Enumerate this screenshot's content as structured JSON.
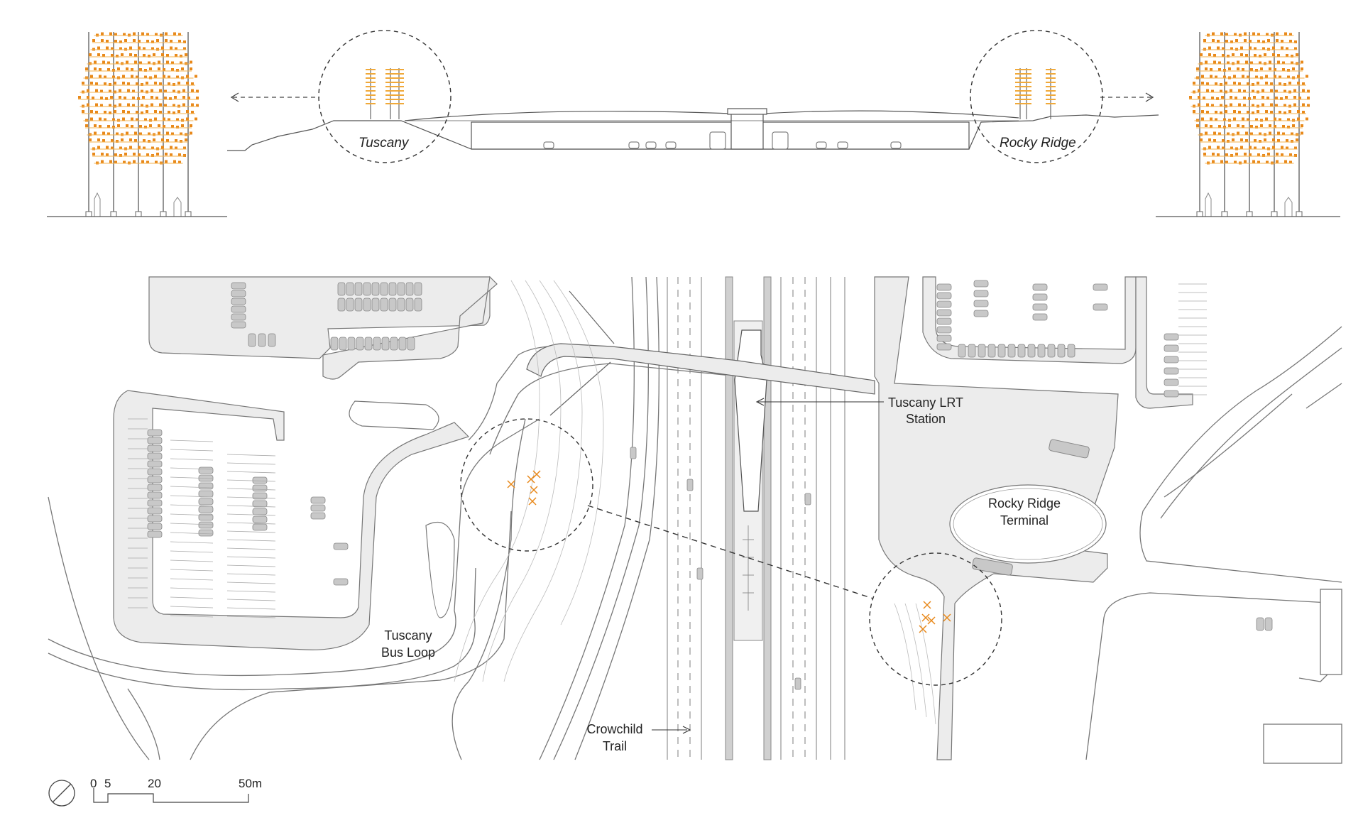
{
  "section": {
    "left_label": "Tuscany",
    "right_label": "Rocky Ridge"
  },
  "plan": {
    "lrt_station": [
      "Tuscany LRT",
      "Station"
    ],
    "terminal": [
      "Rocky Ridge",
      "Terminal"
    ],
    "bus_loop": [
      "Tuscany",
      "Bus Loop"
    ],
    "highway": [
      "Crowchild",
      "Trail"
    ]
  },
  "scale_bar": {
    "ticks": [
      "0",
      "5",
      "20",
      "50m"
    ]
  },
  "colors": {
    "tree_foliage": "#f0a93a",
    "tree_dot": "#e8891b",
    "pavement": "#ebebeb",
    "line": "#555555",
    "car": "#c8c8c8"
  }
}
